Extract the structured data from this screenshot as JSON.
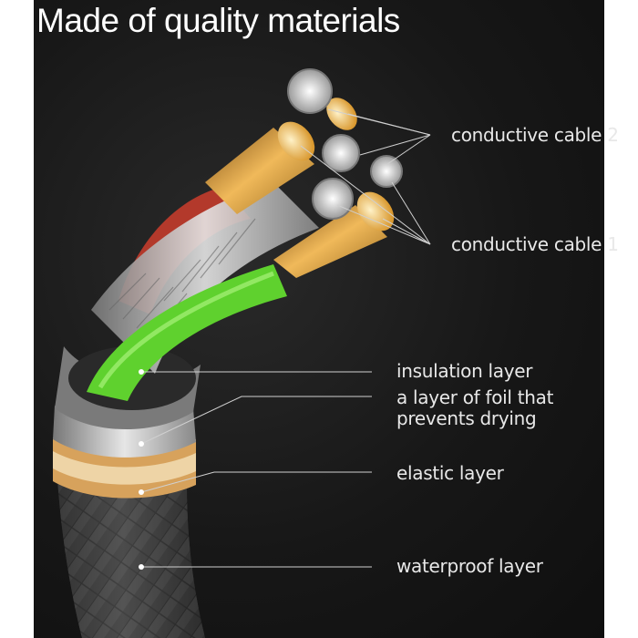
{
  "title": "Made of quality materials",
  "labels": {
    "conductive_cable_2": "conductive cable 2",
    "conductive_cable_1": "conductive cable 1",
    "insulation_layer": "insulation layer",
    "foil_layer_line1": "a layer of foil that",
    "foil_layer_line2": "prevents drying",
    "elastic_layer": "elastic layer",
    "waterproof_layer": "waterproof layer"
  },
  "colors": {
    "background": "#151515",
    "text": "#ffffff",
    "red_wire": "#b33a2c",
    "green_wire": "#5fd12e",
    "copper_tip": "#e0a644",
    "elastic_ring": "#d8a15a"
  }
}
